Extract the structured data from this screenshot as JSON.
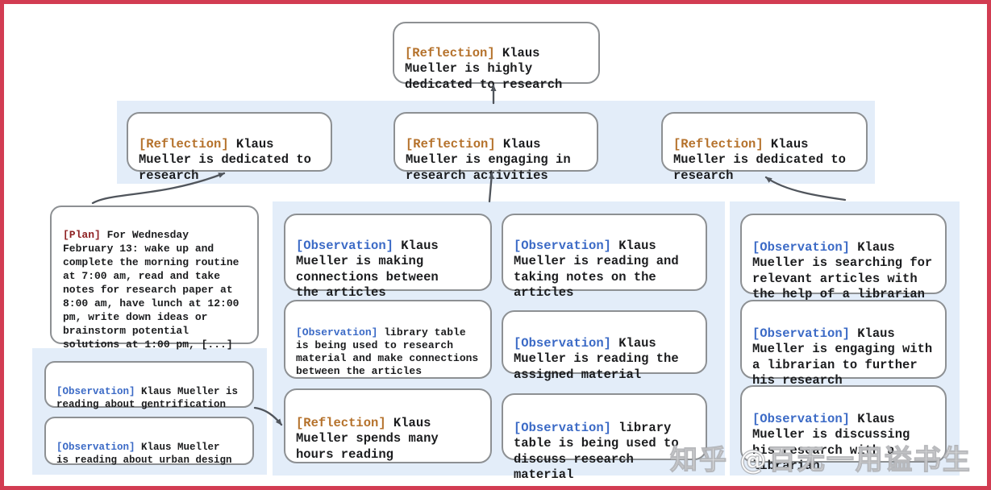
{
  "colors": {
    "frame_border": "#d23c52",
    "panel_background": "#e3edf9",
    "node_border": "#8d9093",
    "reflection_tag": "#b5722c",
    "plan_tag": "#8f2223",
    "observation_tag": "#3b6ac6",
    "body_text": "#1b1c1e",
    "arrow": "#50555c"
  },
  "nodes": {
    "root": {
      "tag": "[Reflection]",
      "rest": " Klaus\nMueller is highly\ndedicated to research"
    },
    "l2_left": {
      "tag": "[Reflection]",
      "rest": " Klaus\nMueller is dedicated to\nresearch"
    },
    "l2_mid": {
      "tag": "[Reflection]",
      "rest": " Klaus\nMueller is engaging in\nresearch activities"
    },
    "l2_right": {
      "tag": "[Reflection]",
      "rest": " Klaus\nMueller is dedicated to\nresearch"
    },
    "plan": {
      "tag": "[Plan]",
      "rest": " For Wednesday\nFebruary 13: wake up and\ncomplete the morning routine\nat 7:00 am, read and take\nnotes for research paper at\n8:00 am, have lunch at 12:00\npm, write down ideas or\nbrainstorm potential\nsolutions at 1:00 pm, [...]"
    },
    "left_obs_1": {
      "tag": "[Observation]",
      "rest": " Klaus Mueller is\nreading about gentrification"
    },
    "left_obs_2": {
      "tag": "[Observation]",
      "rest": " Klaus Mueller\nis reading about urban design"
    },
    "mid_a1": {
      "tag": "[Observation]",
      "rest": " Klaus\nMueller is making\nconnections between\nthe articles"
    },
    "mid_a2": {
      "tag": "[Observation]",
      "rest": " library table\nis being used to research\nmaterial and make connections\nbetween the articles"
    },
    "mid_a3": {
      "tag": "[Reflection]",
      "rest": " Klaus\nMueller spends many\nhours reading"
    },
    "mid_b1": {
      "tag": "[Observation]",
      "rest": " Klaus\nMueller is reading and\ntaking notes on the\narticles"
    },
    "mid_b2": {
      "tag": "[Observation]",
      "rest": " Klaus\nMueller is reading the\nassigned material"
    },
    "mid_b3": {
      "tag": "[Observation]",
      "rest": " library\ntable is being used to\ndiscuss research material"
    },
    "right_1": {
      "tag": "[Observation]",
      "rest": " Klaus\nMueller is searching for\nrelevant articles with\nthe help of a librarian"
    },
    "right_2": {
      "tag": "[Observation]",
      "rest": " Klaus\nMueller is engaging with\na librarian to further\nhis research"
    },
    "right_3": {
      "tag": "[Observation]",
      "rest": " Klaus\nMueller is discussing\nhis research with a\nlibrarian"
    }
  },
  "watermark": {
    "text": "知乎 @百无一用谥书生"
  }
}
